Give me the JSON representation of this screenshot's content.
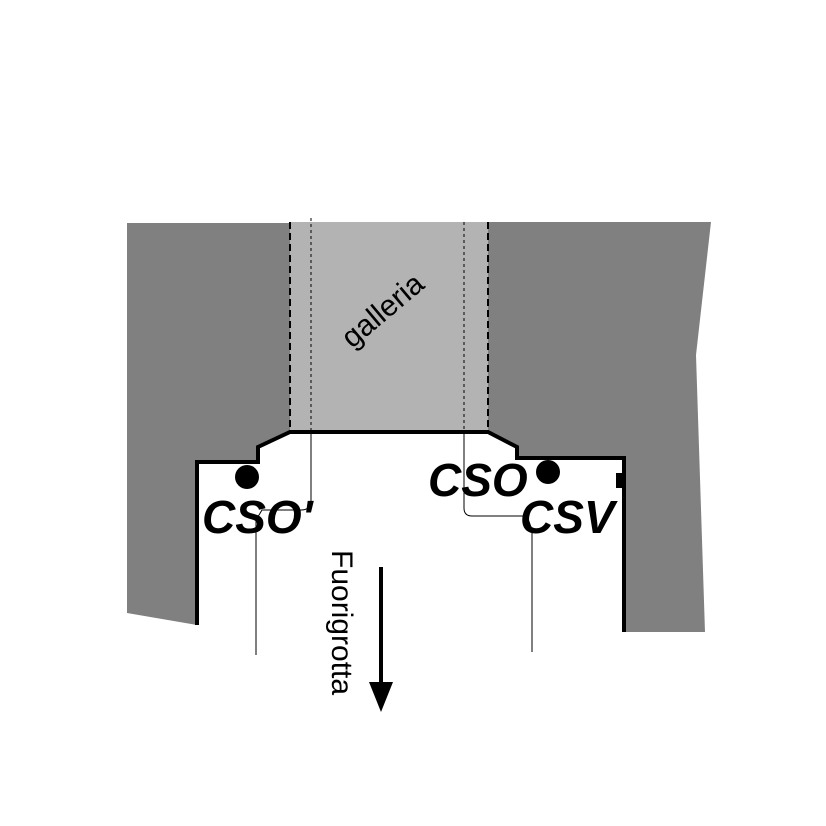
{
  "labels": {
    "gallery": "galleria",
    "cso_prime": "CSO'",
    "cso": "CSO",
    "csv": "CSV",
    "direction": "Fuorigrotta"
  },
  "colors": {
    "rock": "#808080",
    "gallery_fill": "#b3b3b3",
    "line": "#000000",
    "background": "#ffffff"
  }
}
